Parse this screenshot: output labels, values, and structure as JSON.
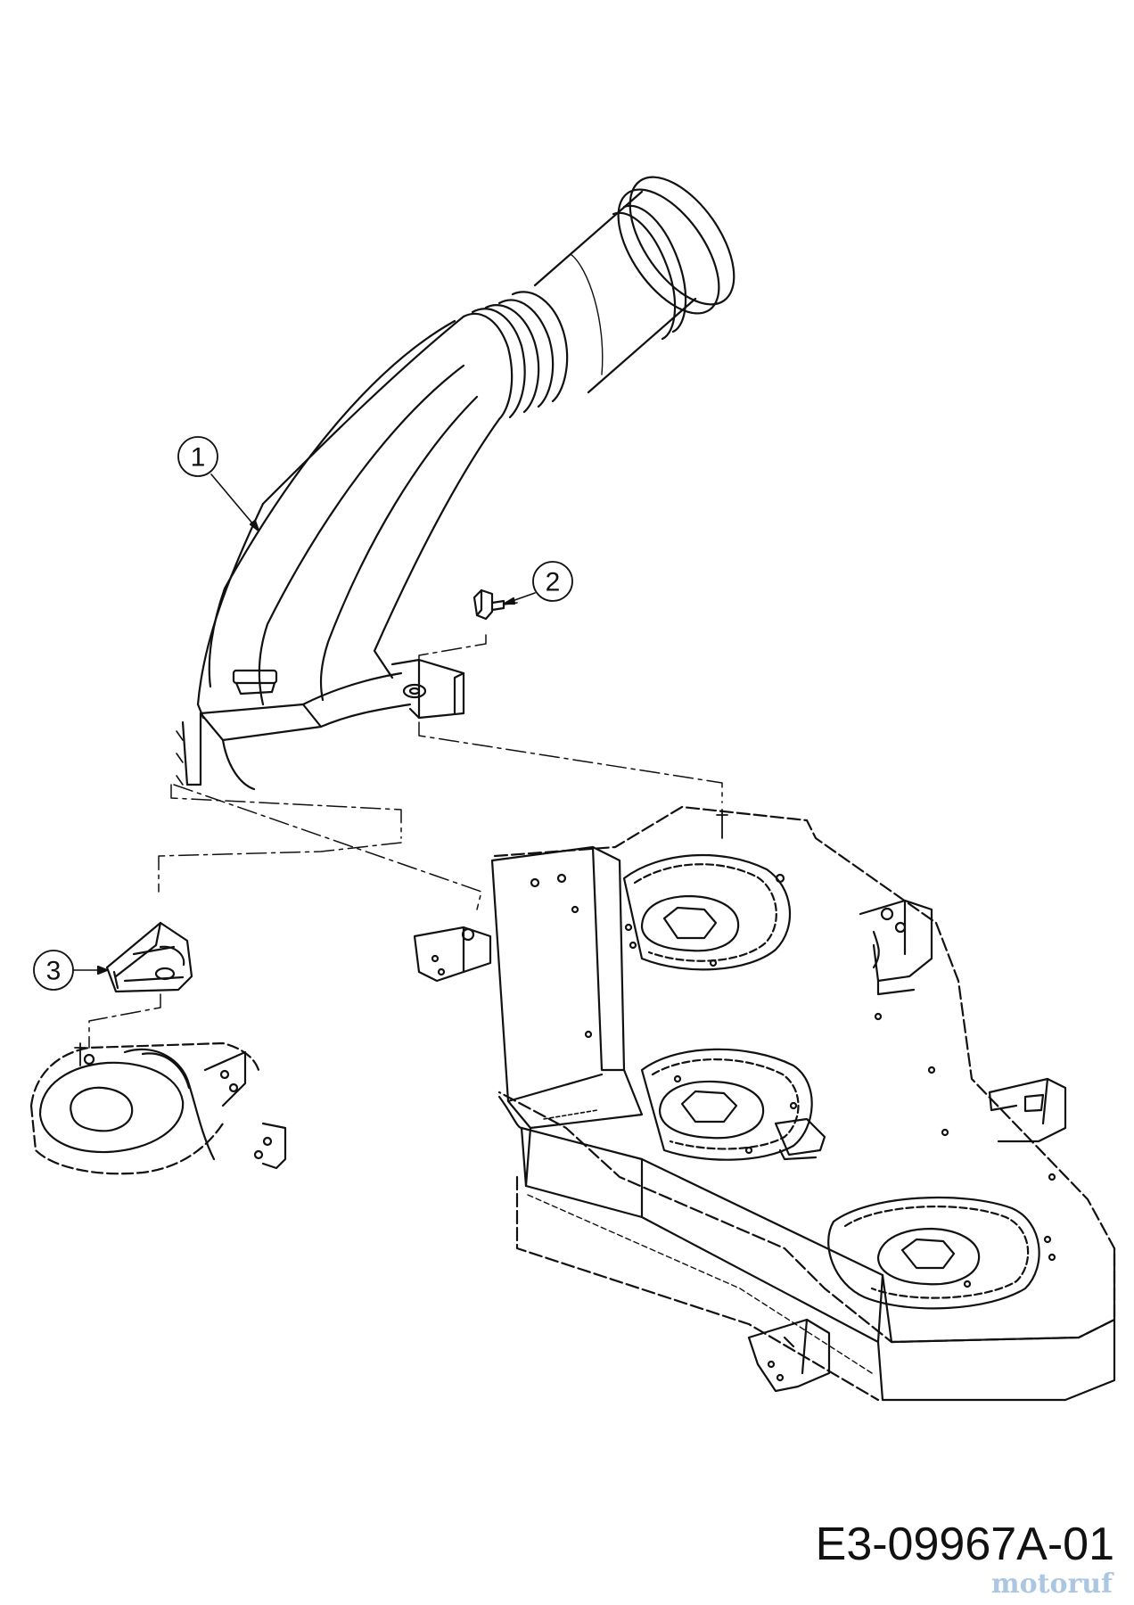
{
  "callouts": [
    {
      "number": "1",
      "part": "discharge-chute"
    },
    {
      "number": "2",
      "part": "fastener-knob"
    },
    {
      "number": "3",
      "part": "chute-bracket"
    }
  ],
  "drawing_number": "E3-09967A-01",
  "watermark": "motoruf",
  "colors": {
    "line": "#111111",
    "watermark": "#8fb4d8",
    "background": "#ffffff"
  }
}
